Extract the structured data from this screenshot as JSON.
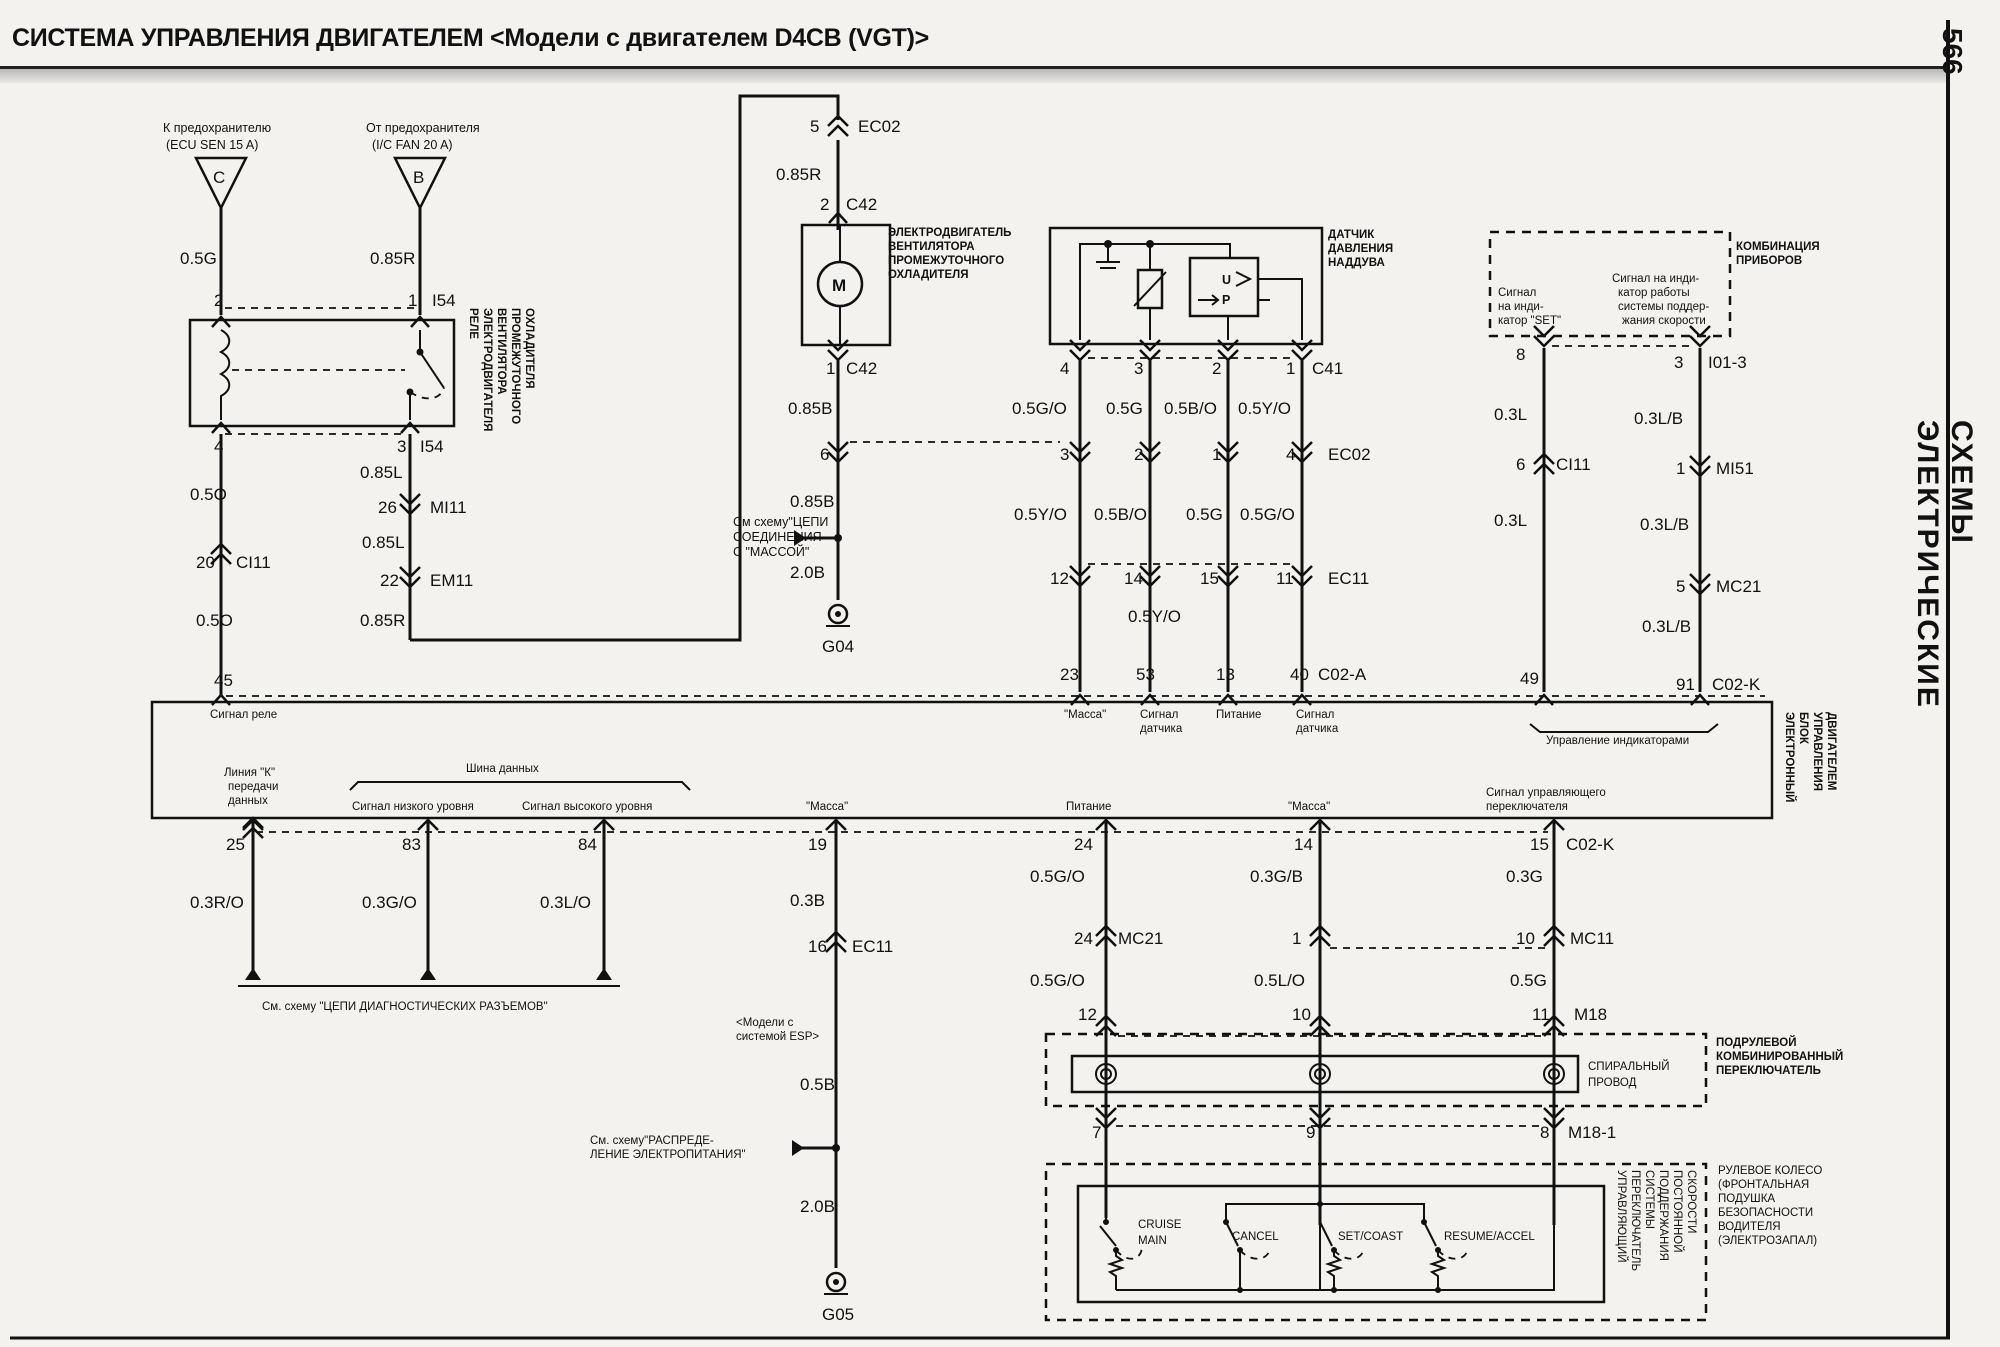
{
  "title": "СИСТЕМА УПРАВЛЕНИЯ ДВИГАТЕЛЕМ <Модели с двигателем D4CB (VGT)>",
  "page_number": "566",
  "side_title": "СХЕМЫ ЭЛЕКТРИЧЕСКИЕ",
  "fuse_c": {
    "label_l1": "К предохранителю",
    "label_l2": "(ECU SEN 15 A)",
    "letter": "C"
  },
  "fuse_b": {
    "label_l1": "От предохранителя",
    "label_l2": "(I/C FAN 20 A)",
    "letter": "B"
  },
  "relay": {
    "name_lines": [
      "РЕЛЕ",
      "ЭЛЕКТРОДВИГАТЕЛЯ",
      "ВЕНТИЛЯТОРА",
      "ПРОМЕЖУТОЧНОГО",
      "ОХЛАДИТЕЛЯ"
    ],
    "connector": "I54"
  },
  "motor": {
    "name_lines": [
      "ЭЛЕКТРОДВИГАТЕЛЬ",
      "ВЕНТИЛЯТОРА",
      "ПРОМЕЖУТОЧНОГО",
      "ОХЛАДИТЕЛЯ"
    ],
    "letter": "M",
    "connector": "C42"
  },
  "boost_sensor": {
    "name_lines": [
      "ДАТЧИК",
      "ДАВЛЕНИЯ",
      "НАДДУВА"
    ],
    "connector": "C41",
    "u": "U",
    "p": "P"
  },
  "cluster": {
    "name_lines": [
      "КОМБИНАЦИЯ",
      "ПРИБОРОВ"
    ],
    "set_lines": [
      "Сигнал",
      "на инди-",
      "катор \"SET\""
    ],
    "cruise_lines": [
      "Сигнал на инди-",
      "катор работы",
      "системы поддер-",
      "жания скорости"
    ]
  },
  "ecu": {
    "name_lines": [
      "ЭЛЕКТРОННЫЙ",
      "БЛОК",
      "УПРАВЛЕНИЯ",
      "ДВИГАТЕЛЕМ"
    ],
    "relay_signal": "Сигнал реле",
    "mass": "\"Масса\"",
    "sensor_signal_lines": [
      "Сигнал",
      "датчика"
    ],
    "power": "Питание",
    "indicator_control": "Управление индикаторами",
    "k_line": [
      "Линия \"К\"",
      "передачи",
      "данных"
    ],
    "data_bus": "Шина данных",
    "low_level": "Сигнал низкого уровня",
    "high_level": "Сигнал высокого уровня",
    "switch_signal": [
      "Сигнал управляющего",
      "переключателя"
    ],
    "connector_a": "C02-A",
    "connector_k": "C02-K"
  },
  "connectors": {
    "ec02": "EC02",
    "c42": "C42",
    "mi11": "MI11",
    "em11": "EM11",
    "ci11": "CI11",
    "ec11": "EC11",
    "i101": "I01-3",
    "mi51": "MI51",
    "mc21": "MC21",
    "mc11": "MC11",
    "m18": "M18",
    "m18_1": "M18-1",
    "i54": "I54",
    "c41": "C41",
    "c11": "CI11"
  },
  "pins": [
    "1",
    "2",
    "3",
    "4",
    "5",
    "6",
    "8",
    "9",
    "10",
    "11",
    "12",
    "13",
    "14",
    "15",
    "16",
    "19",
    "20",
    "22",
    "23",
    "24",
    "25",
    "26",
    "40",
    "45",
    "49",
    "53",
    "83",
    "84",
    "91",
    "7"
  ],
  "wires": {
    "w05g": "0.5G",
    "w085r": "0.85R",
    "w05o": "0.5O",
    "w085l": "0.85L",
    "w085b": "0.85B",
    "w20b": "2.0B",
    "w05go": "0.5G/O",
    "w05bo": "0.5B/O",
    "w05yo": "0.5Y/O",
    "w03l": "0.3L",
    "w03lb": "0.3L/B",
    "w03ro": "0.3R/O",
    "w03go": "0.3G/O",
    "w03lo": "0.3L/O",
    "w03b": "0.3B",
    "w03gb": "0.3G/B",
    "w03g": "0.3G",
    "w05lo": "0.5L/O",
    "w05b": "0.5B"
  },
  "ground_ref": [
    "См схему\"ЦЕПИ",
    "СОЕДИНЕНИЯ",
    "С \"МАССОЙ\""
  ],
  "grounds": {
    "g04": "G04",
    "g05": "G05"
  },
  "diag_ref": "См. схему \"ЦЕПИ ДИАГНОСТИЧЕСКИХ РАЗЪЕМОВ\"",
  "esp_note": [
    "<Модели с",
    "системой ESP>"
  ],
  "power_ref": [
    "См. схему\"РАСПРЕДЕ-",
    "ЛЕНИЕ ЭЛЕКТРОПИТАНИЯ\""
  ],
  "multiswitch": {
    "name_lines": [
      "ПОДРУЛЕВОЙ",
      "КОМБИНИРОВАННЫЙ",
      "ПЕРЕКЛЮЧАТЕЛЬ"
    ],
    "spiral_lines": [
      "СПИРАЛЬНЫЙ",
      "ПРОВОД"
    ]
  },
  "steering_wheel": {
    "name_lines": [
      "РУЛЕВОЕ КОЛЕСО",
      "(ФРОНТАЛЬНАЯ",
      "ПОДУШКА",
      "БЕЗОПАСНОСТИ",
      "ВОДИТЕЛЯ",
      "(ЭЛЕКТРОЗАПАЛ)"
    ]
  },
  "cruise_switch": {
    "name_lines": [
      "УПРАВЛЯЮЩИЙ",
      "ПЕРЕКЛЮЧАТЕЛЬ",
      "СИСТЕМЫ",
      "ПОДДЕРЖАНИЯ",
      "ПОСТОЯННОЙ",
      "СКОРОСТИ"
    ],
    "cruise_main_l1": "CRUISE",
    "cruise_main_l2": "MAIN",
    "cancel": "CANCEL",
    "set_coast": "SET/COAST",
    "resume_accel": "RESUME/ACCEL"
  }
}
